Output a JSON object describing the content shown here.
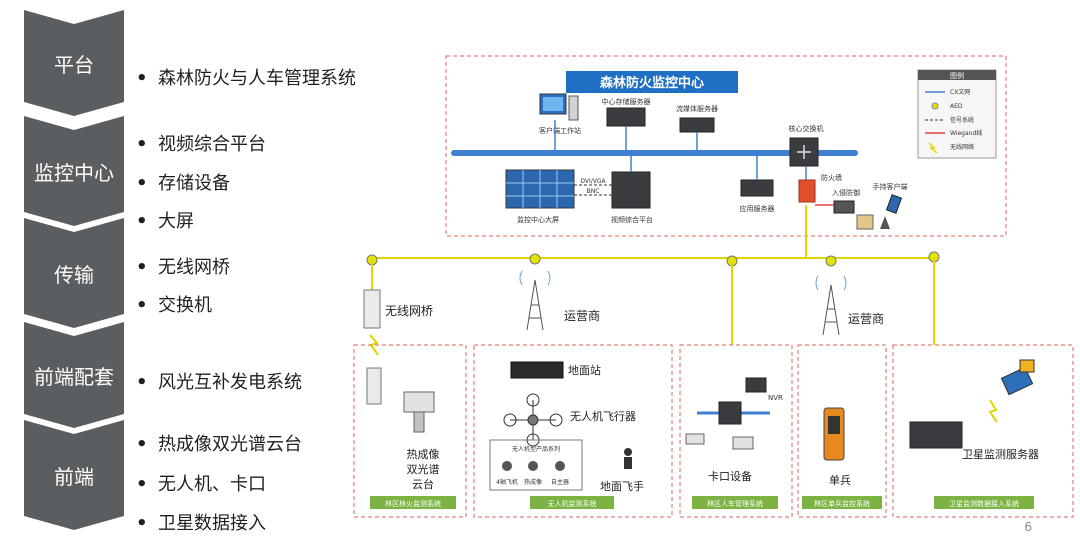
{
  "tiers": [
    {
      "label": "平台",
      "items": [
        "森林防火与人车管理系统"
      ]
    },
    {
      "label": "监控中心",
      "items": [
        "视频综合平台",
        "存储设备",
        "大屏"
      ]
    },
    {
      "label": "传输",
      "items": [
        "无线网桥",
        "交换机"
      ]
    },
    {
      "label": "前端配套",
      "items": [
        "风光互补发电系统"
      ]
    },
    {
      "label": "前端",
      "items": [
        "热成像双光谱云台",
        "无人机、卡口",
        "卫星数据接入"
      ]
    }
  ],
  "diagram": {
    "center_title": "森林防火监控中心",
    "legend": {
      "title": "图例",
      "items": [
        "CX文网",
        "AED",
        "信号系统",
        "Wiegand线",
        "无线网络"
      ]
    },
    "center_labels": {
      "client": "客户端工作站",
      "storage": "中心存储服务器",
      "stream": "流媒体服务器",
      "core_switch": "核心交换机",
      "video_wall": "监控中心大屏",
      "video_platform": "视频综合平台",
      "app_server": "应用服务器",
      "firewall": "防火墙",
      "gateway": "入侵防御",
      "mobile": "手持客户端",
      "dvi": "DVI/VGA",
      "bnc": "BNC"
    },
    "transport": {
      "bridge": "无线网桥",
      "operator_left": "运营商",
      "operator_right": "运营商"
    },
    "groups": [
      {
        "caption": "林区林火监测系统",
        "items": [
          "热成像",
          "双光谱",
          "云台"
        ]
      },
      {
        "caption": "无人机监测系统",
        "items": [
          "地面站",
          "无人机飞行器",
          "地面飞手"
        ],
        "sub_title": "无人机型产品系列",
        "sub_items": [
          "4轴飞机",
          "热成像",
          "自主器"
        ]
      },
      {
        "caption": "林区人车管理系统",
        "items": [
          "卡口设备",
          "NVR"
        ]
      },
      {
        "caption": "林区单兵监控系统",
        "items": [
          "单兵"
        ]
      },
      {
        "caption": "卫星监测数据接入系统",
        "items": [
          "卫星监测服务器"
        ]
      }
    ]
  },
  "page_number": "6"
}
